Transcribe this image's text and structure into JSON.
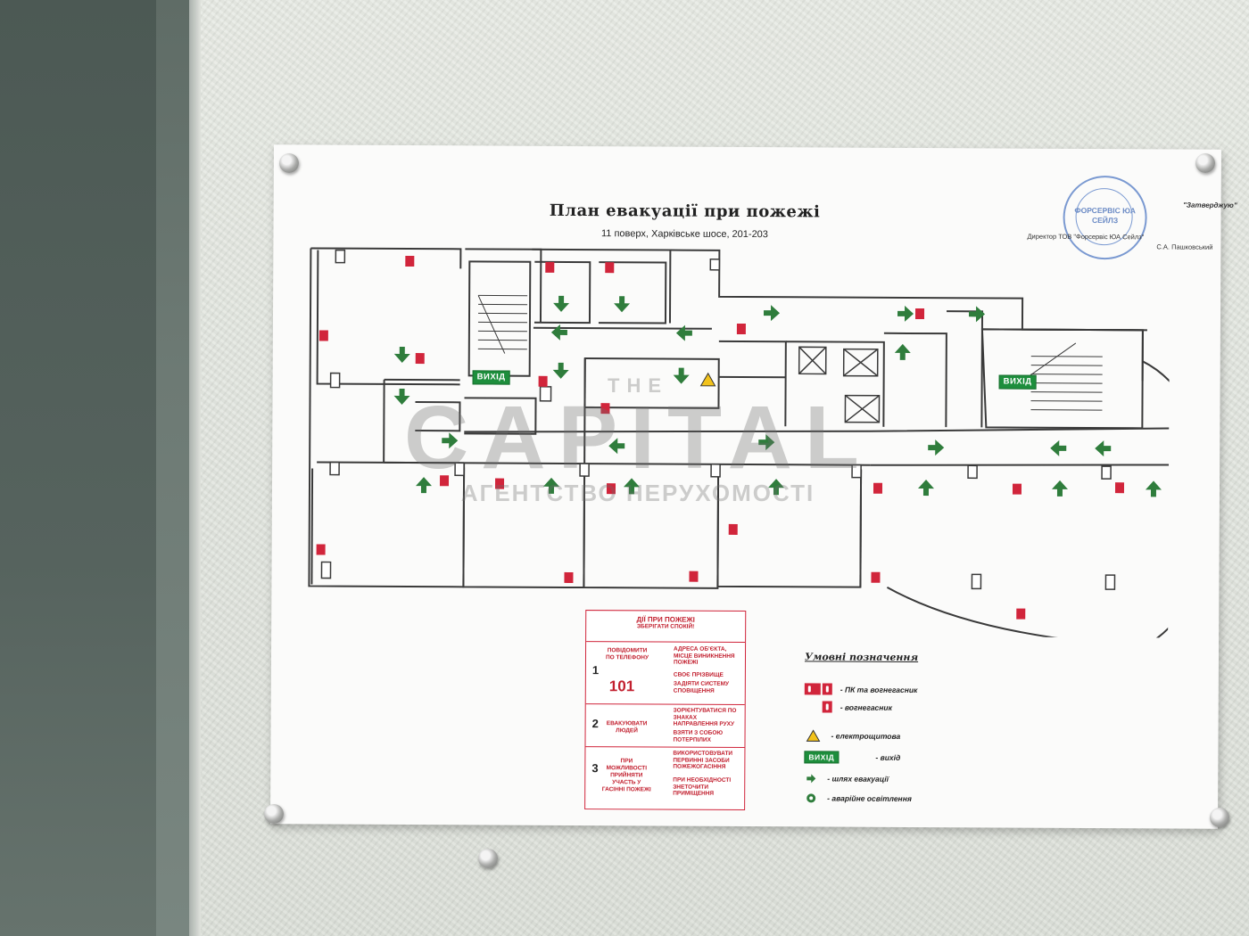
{
  "plan": {
    "title": "План евакуації при пожежі",
    "subtitle": "11 поверх, Харківське шосе, 201-203"
  },
  "approval": {
    "approved_label": "\"Затверджую\"",
    "director_line": "Директор ТОВ \"Форсервіс ЮА Сейлз\"",
    "signatory": "С.А. Пашковський",
    "stamp_text": "ФОРСЕРВІС ЮА СЕЙЛЗ"
  },
  "exit_label": "ВИХІД",
  "watermark": {
    "small": "THE",
    "big": "CAPITAL",
    "sub": "АГЕНТСТВО НЕРУХОМОСТІ"
  },
  "actions": {
    "title": "ДІЇ ПРИ ПОЖЕЖІ",
    "subtitle": "ЗБЕРІГАТИ СПОКІЙ!",
    "steps": [
      {
        "num": "1",
        "label": "ПОВІДОМИТИ ПО ТЕЛЕФОНУ",
        "phone": "101",
        "items": [
          "АДРЕСА ОБ'ЄКТА, МІСЦЕ ВИНИКНЕННЯ ПОЖЕЖІ",
          "СВОЄ ПРІЗВИЩЕ",
          "ЗАДІЯТИ СИСТЕМУ СПОВІЩЕННЯ"
        ]
      },
      {
        "num": "2",
        "label": "ЕВАКУЮВАТИ ЛЮДЕЙ",
        "items": [
          "ЗОРІЄНТУВАТИСЯ ПО ЗНАКАХ НАПРАВЛЕННЯ РУХУ",
          "ВЗЯТИ З СОБОЮ ПОТЕРПІЛИХ"
        ]
      },
      {
        "num": "3",
        "label": "ПРИ МОЖЛИВОСТІ ПРИЙНЯТИ УЧАСТЬ У ГАСІННІ ПОЖЕЖІ",
        "items": [
          "ВИКОРИСТОВУВАТИ ПЕРВИННІ ЗАСОБИ ПОЖЕЖОГАСІННЯ",
          "ПРИ НЕОБХІДНОСТІ ЗНЕТОЧИТИ ПРИМІЩЕННЯ"
        ]
      }
    ]
  },
  "legend": {
    "title": "Умовні позначення",
    "items": [
      {
        "icon": "hydrant-extinguisher-icon",
        "label": "- ПК та вогнегасник"
      },
      {
        "icon": "extinguisher-icon",
        "label": "- вогнегасник"
      },
      {
        "icon": "electrical-panel-icon",
        "label": "- електрощитова"
      },
      {
        "icon": "exit-sign-icon",
        "label": "- вихід"
      },
      {
        "icon": "evacuation-arrow-icon",
        "label": "- шлях евакуації"
      },
      {
        "icon": "emergency-light-icon",
        "label": "- аварійне освітлення"
      }
    ]
  },
  "colors": {
    "wall_line": "#3a3a3a",
    "arrow": "#2f7d3c",
    "extinguisher": "#d1253b",
    "exit": "#1d8e3c",
    "stamp": "#4f79c4"
  }
}
